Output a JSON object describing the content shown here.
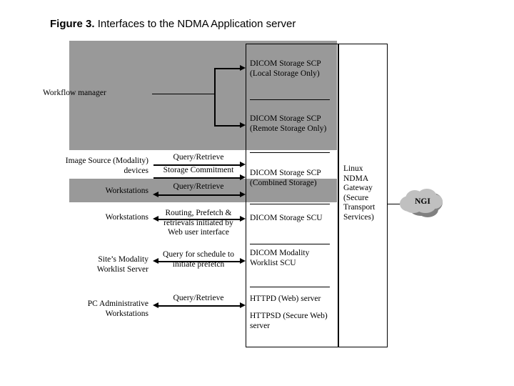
{
  "figure": {
    "number": "Figure 3.",
    "title": "Interfaces to the NDMA Application server"
  },
  "left_actors": [
    {
      "name": "workflow-manager",
      "label": "Workflow manager"
    },
    {
      "name": "image-source-devices",
      "label": "Image Source (Modality)\ndevices"
    },
    {
      "name": "workstations-upper",
      "label": "Workstations"
    },
    {
      "name": "workstations-lower",
      "label": "Workstations"
    },
    {
      "name": "site-modality-worklist-server",
      "label": "Site’s Modality\nWorklist Server"
    },
    {
      "name": "pc-administrative-workstations",
      "label": "PC Administrative\nWorkstations"
    }
  ],
  "arrow_labels": [
    {
      "name": "query-retrieve-1",
      "label": "Query/Retrieve",
      "direction": "right"
    },
    {
      "name": "storage-commitment",
      "label": "Storage Commitment",
      "direction": "right"
    },
    {
      "name": "query-retrieve-2",
      "label": "Query/Retrieve",
      "direction": "both"
    },
    {
      "name": "routing-prefetch",
      "label": "Routing, Prefetch &\nretrievals initiated by\nWeb user interface",
      "direction": "both"
    },
    {
      "name": "query-for-schedule",
      "label": "Query for schedule to\ninitiate prefetch",
      "direction": "both"
    },
    {
      "name": "query-retrieve-3",
      "label": "Query/Retrieve",
      "direction": "both"
    }
  ],
  "services_box": {
    "name": "ndma-services-box",
    "items": [
      {
        "name": "dicom-storage-scp-local",
        "label": "DICOM Storage SCP\n(Local Storage Only)"
      },
      {
        "name": "dicom-storage-scp-remote",
        "label": "DICOM Storage SCP\n(Remote Storage Only)"
      },
      {
        "name": "dicom-storage-scp-combined",
        "label": "DICOM Storage SCP\n(Combined Storage)"
      },
      {
        "name": "dicom-storage-scu",
        "label": "DICOM Storage SCU"
      },
      {
        "name": "dicom-modality-worklist-scu",
        "label": "DICOM Modality\nWorklist SCU"
      },
      {
        "name": "httpd-web-server",
        "label": "HTTPD (Web) server"
      },
      {
        "name": "httpsd-secure-web-server",
        "label": "HTTPSD (Secure Web)\nserver"
      }
    ]
  },
  "gateway_box": {
    "name": "linux-ndma-gateway-box",
    "label": "Linux\nNDMA\nGateway\n(Secure\nTransport\nServices)"
  },
  "network_cloud": {
    "name": "ngi-cloud",
    "label": "NGI"
  },
  "colors": {
    "band_gray": "#999999",
    "cloud_fill": "#c0c0c0",
    "cloud_shadow": "#808080",
    "line": "#000000",
    "background": "#ffffff"
  }
}
